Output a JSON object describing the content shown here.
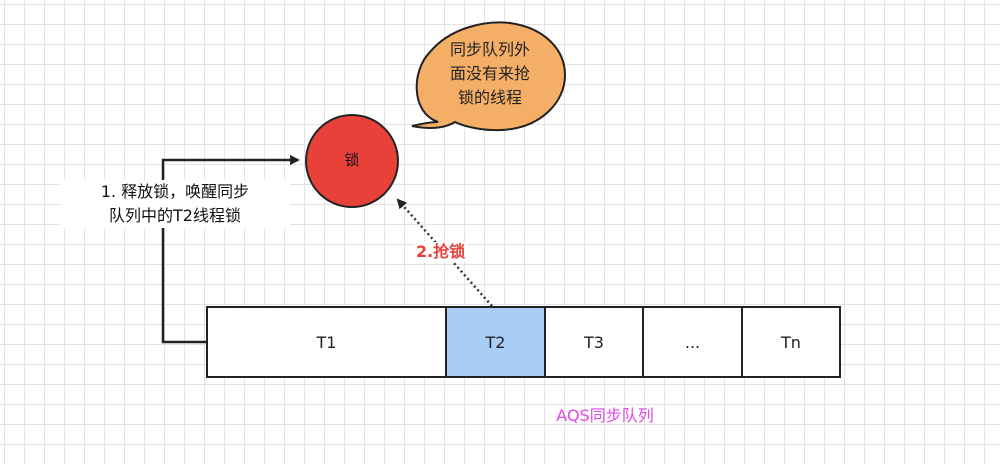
{
  "lock": {
    "label": "锁",
    "fill": "#e8413a"
  },
  "callout": {
    "lines": [
      "同步队列外",
      "面没有来抢",
      "锁的线程"
    ],
    "fill": "#f5ae66"
  },
  "release_label": {
    "lines": [
      "1. 释放锁，唤醒同步",
      "队列中的T2线程锁"
    ]
  },
  "grab_label": {
    "text": "2.抢锁",
    "color": "#e8413a"
  },
  "queue": {
    "cells": [
      {
        "label": "T1",
        "highlight": false
      },
      {
        "label": "T2",
        "highlight": true
      },
      {
        "label": "T3",
        "highlight": false
      },
      {
        "label": "...",
        "highlight": false
      },
      {
        "label": "Tn",
        "highlight": false
      }
    ],
    "highlight_color": "#a9cdf7",
    "caption": "AQS同步队列",
    "caption_color": "#e247e6"
  }
}
